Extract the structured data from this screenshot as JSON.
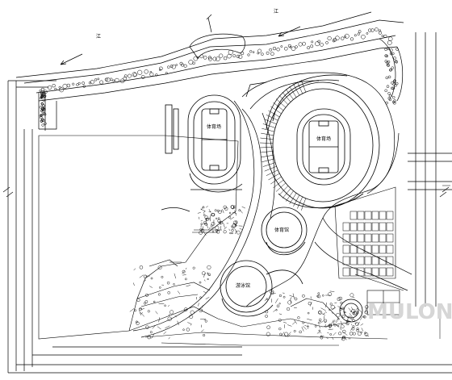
{
  "plan": {
    "river_labels": [
      "江",
      "江"
    ],
    "field_labels": {
      "small_stadium": "体育场",
      "main_stadium": "体育场",
      "arena_upper": "体育馆",
      "arena_lower": "游泳馆"
    },
    "watermark": "MULONG"
  }
}
